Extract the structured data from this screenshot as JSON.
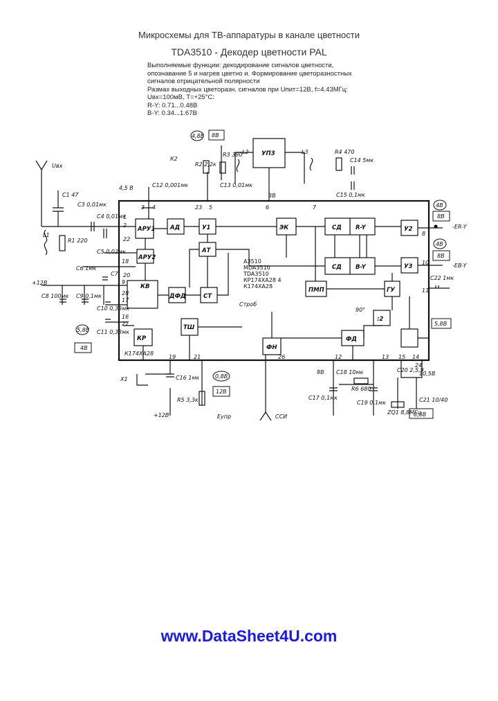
{
  "header": {
    "title_line1": "Микросхемы для ТВ-аппаратуры в канале цветности",
    "title_line2": "TDA3510 - Декодер цветности PAL"
  },
  "description": [
    "Выполняемые функции: декодирование сигналов цветности,",
    "опознавание 5 и нагрев цветно и. Формирование цветоразностных",
    "сигналов отрицательной полярности",
    "Размах выходных цветоразн. сигналов при Uпит=12В, f=4.43МГц:",
    "Uвх=100мВ, T=+25°С:",
    "R-Y: 0.71...0.48В",
    "B-Y: 0.34...1.67В"
  ],
  "schematic": {
    "blocks": {
      "aru1": "АРУ1",
      "ad": "АД",
      "y1": "У1",
      "ek": "ЭК",
      "sd1": "СД",
      "ry": "R-Y",
      "u2": "У2",
      "aru2": "АРУ2",
      "at": "АТ",
      "sd2": "СД",
      "by": "B-Y",
      "u3": "У3",
      "kv": "КВ",
      "dfd": "ДФД",
      "st": "СТ",
      "pmp": "ПМП",
      "gu": "ГУ",
      "div2": ":2",
      "tsh": "ТШ",
      "kr": "КР",
      "fd": "ФД",
      "fn": "ФН",
      "upz": "УПЗ"
    },
    "chip_list": [
      "A3510",
      "MDA3510",
      "TDA3510",
      "КР174ХА28 4",
      "К174ХА28"
    ],
    "chip_name": "К174ХА28",
    "components": [
      "C1 47",
      "L1",
      "R1 220",
      "C3 0,01мк",
      "C4 0,01мк",
      "C5 0,02мк",
      "C6 1мк",
      "C7",
      "C8 100мк",
      "C9 0,1мк",
      "C10 0,33мк",
      "C11 0,33мк",
      "C12 0,001мк",
      "R2 2,2к",
      "R3 390",
      "L2",
      "C13 0,01мк",
      "L3",
      "R4 470",
      "C14 5мк",
      "C15 0,1мк",
      "C16 1мк",
      "R5 3,3к",
      "C17 0,1мк",
      "C18 10мк",
      "R6 680",
      "C19 0,1мк",
      "C20 2,5,9",
      "C21 10/40",
      "ZQ1 8,8МГц",
      "C22 1мк",
      "X1"
    ],
    "labels": {
      "uvx": "Uвх",
      "k2": "К2",
      "v45": "4,5 В",
      "plus12a": "+12В",
      "plus12b": "+12В",
      "ev1": "4,8В",
      "ev2": "8В",
      "ev3": "5,8В",
      "ev4": "4В",
      "ev5": "8,8В",
      "ev6": "4В",
      "ev7": "8В",
      "ev8": "4В",
      "ev9": "8В",
      "ev10": "5,8В",
      "ev11": "0,8В",
      "ev12": "12В",
      "ev13": "9В",
      "ev14": "10,5В",
      "ev15": "3В",
      "strob": "Строб",
      "ssi": "ССИ",
      "deg90": "90°",
      "ery": "-ER-Y",
      "eby": "-EB-Y",
      "eupr": "Eупр"
    },
    "pins": [
      "1",
      "2",
      "3",
      "4",
      "5",
      "6",
      "7",
      "8",
      "9",
      "10",
      "11",
      "12",
      "13",
      "14",
      "15",
      "16",
      "17",
      "18",
      "19",
      "20",
      "21",
      "22",
      "23",
      "24",
      "26",
      "27",
      "28"
    ]
  },
  "footer": {
    "site": "www.DataSheet4U.com"
  }
}
